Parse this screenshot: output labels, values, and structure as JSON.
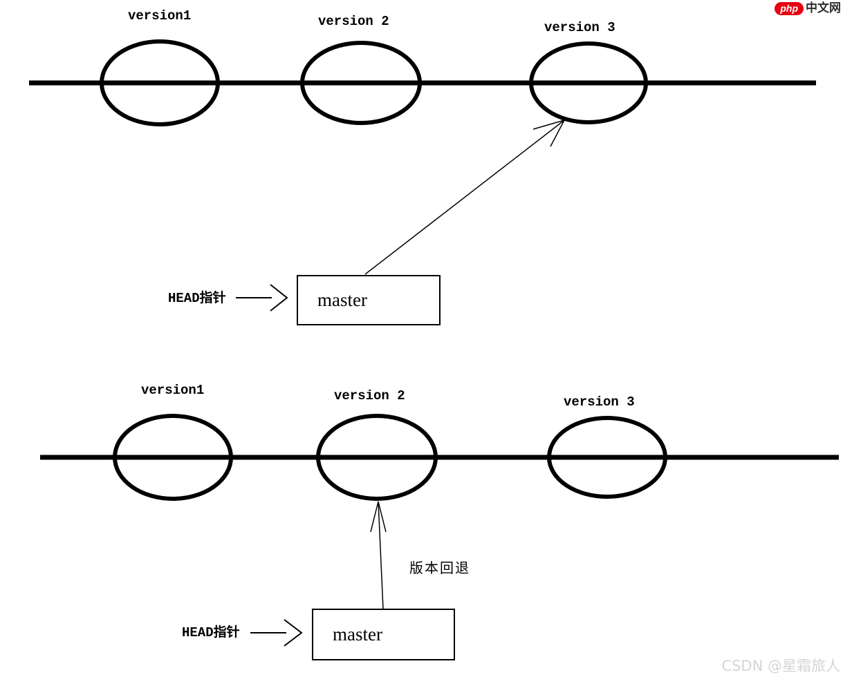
{
  "header": {
    "logo_php": "php",
    "logo_site": "中文网"
  },
  "watermark": "CSDN @星霜旅人",
  "sections": {
    "top": {
      "nodes": [
        "version1",
        "version 2",
        "version 3"
      ],
      "head_label": "HEAD指针",
      "branch_label": "master"
    },
    "bottom": {
      "nodes": [
        "version1",
        "version 2",
        "version 3"
      ],
      "head_label": "HEAD指针",
      "branch_label": "master",
      "rollback_label": "版本回退"
    }
  },
  "colors": {
    "line": "#000000",
    "logo_red": "#e60012",
    "watermark_gray": "#d5d5d5"
  }
}
